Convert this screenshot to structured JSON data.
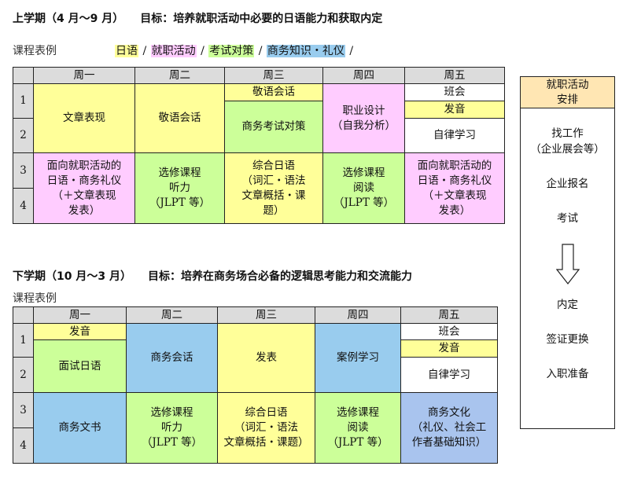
{
  "upper": {
    "heading": "上学期（4 月～9 月）　　目标：培养就职活动中必要的日语能力和获取内定",
    "label": "课程表例",
    "legend": [
      {
        "text": "日语",
        "color": "#ffff99"
      },
      {
        "text": "就职活动",
        "color": "#ffccff"
      },
      {
        "text": "考试对策",
        "color": "#ccff99"
      },
      {
        "text": "商务知识・礼仪",
        "color": "#99ccee"
      }
    ],
    "sep": "/",
    "days": [
      "周一",
      "周二",
      "周三",
      "周四",
      "周五"
    ],
    "periods": [
      "1",
      "2",
      "3",
      "4"
    ],
    "cells": {
      "mon12": "文章表现",
      "tue12": "敬语会话",
      "wed1": "敬语会话",
      "wed2": "商务考试对策",
      "thu12_l1": "职业设计",
      "thu12_l2": "（自我分析）",
      "fri1a": "班会",
      "fri1b": "发音",
      "fri2": "自律学习",
      "mon34_l1": "面向就职活动的",
      "mon34_l2": "日语・商务礼仪",
      "mon34_l3": "（＋文章表现",
      "mon34_l4": "发表）",
      "tue34_l1": "选修课程",
      "tue34_l2": "听力",
      "tue34_l3": "（JLPT 等）",
      "wed34_l1": "综合日语",
      "wed34_l2": "（词汇・语法",
      "wed34_l3": "文章概括・课",
      "wed34_l4": "题）",
      "thu34_l1": "选修课程",
      "thu34_l2": "阅读",
      "thu34_l3": "（JLPT 等）",
      "fri34_l1": "面向就职活动的",
      "fri34_l2": "日语・商务礼仪",
      "fri34_l3": "（＋文章表现",
      "fri34_l4": "发表）"
    }
  },
  "lower": {
    "heading": "下学期（10 月～3 月）　　目标：培养在商务场合必备的逻辑思考能力和交流能力",
    "label": "课程表例",
    "days": [
      "周一",
      "周二",
      "周三",
      "周四",
      "周五"
    ],
    "periods": [
      "1",
      "2",
      "3",
      "4"
    ],
    "cells": {
      "mon1": "发音",
      "mon2": "面试日语",
      "tue12": "商务会话",
      "wed12": "发表",
      "thu12": "案例学习",
      "fri1a": "班会",
      "fri1b": "发音",
      "fri2": "自律学习",
      "mon34": "商务文书",
      "tue34_l1": "选修课程",
      "tue34_l2": "听力",
      "tue34_l3": "（JLPT 等）",
      "wed34_l1": "综合日语",
      "wed34_l2": "（词汇・语法",
      "wed34_l3": "文章概括・课题）",
      "thu34_l1": "选修课程",
      "thu34_l2": "阅读",
      "thu34_l3": "（JLPT 等）",
      "fri34_l1": "商务文化",
      "fri34_l2": "（礼仪、社会工",
      "fri34_l3": "作者基础知识）"
    }
  },
  "sidebar": {
    "title_l1": "就职活动",
    "title_l2": "安排",
    "item1_l1": "找工作",
    "item1_l2": "（企业展会等）",
    "item2": "企业报名",
    "item3": "考试",
    "arrow": "down-arrow-icon",
    "item4": "内定",
    "item5": "签证更换",
    "item6": "入职准备"
  }
}
